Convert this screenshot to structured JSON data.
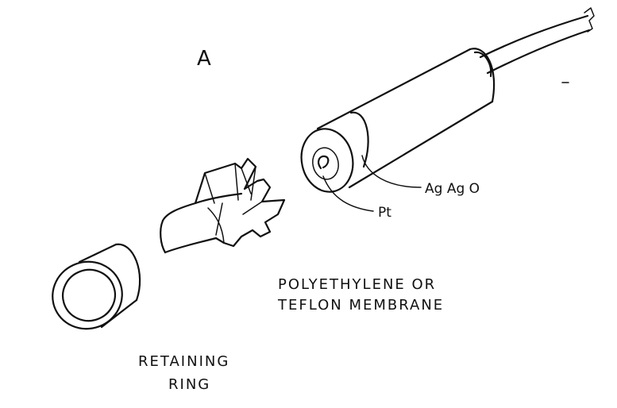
{
  "diagram": {
    "panel_label": "A",
    "labels": {
      "ag_ag_o": "Ag Ag O",
      "pt": "Pt",
      "membrane_line1": "POLYETHYLENE OR",
      "membrane_line2": "TEFLON MEMBRANE",
      "ring_line1": "RETAINING",
      "ring_line2": "RING"
    }
  }
}
